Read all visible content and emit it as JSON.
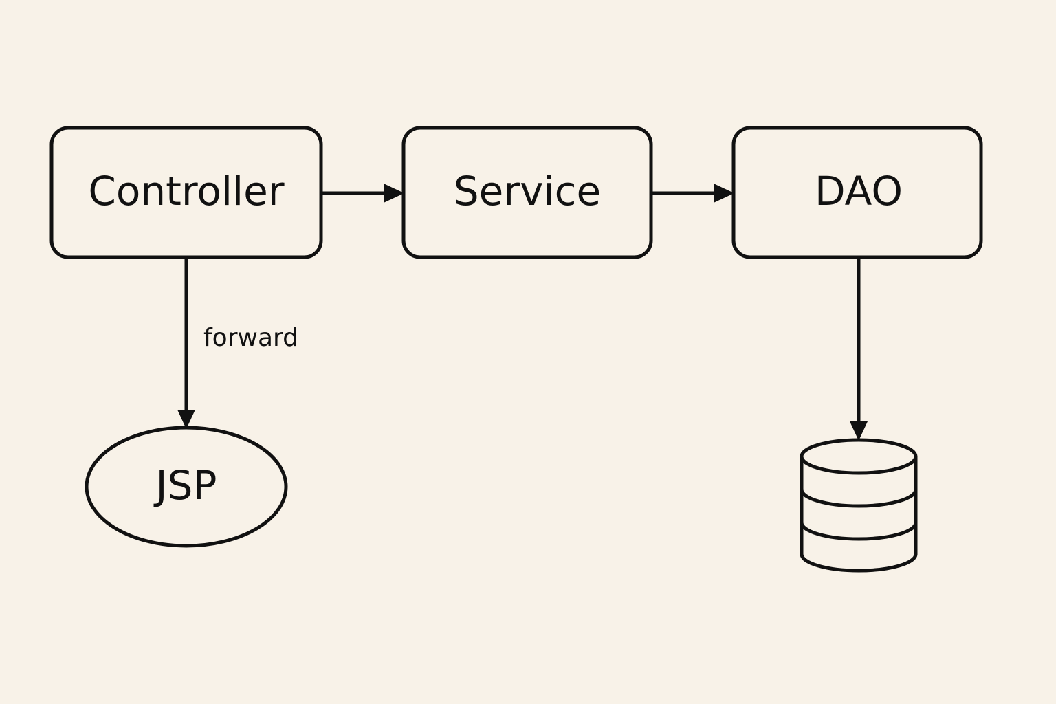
{
  "nodes": {
    "controller": {
      "label": "Controller"
    },
    "service": {
      "label": "Service"
    },
    "dao": {
      "label": "DAO"
    },
    "jsp": {
      "label": "JSP"
    },
    "database": {
      "icon": "database-icon"
    }
  },
  "edges": {
    "controller_to_service": {
      "label": ""
    },
    "service_to_dao": {
      "label": ""
    },
    "controller_to_jsp": {
      "label": "forward"
    },
    "dao_to_database": {
      "label": ""
    }
  },
  "colors": {
    "background": "#f8f2e8",
    "stroke": "#111111"
  }
}
